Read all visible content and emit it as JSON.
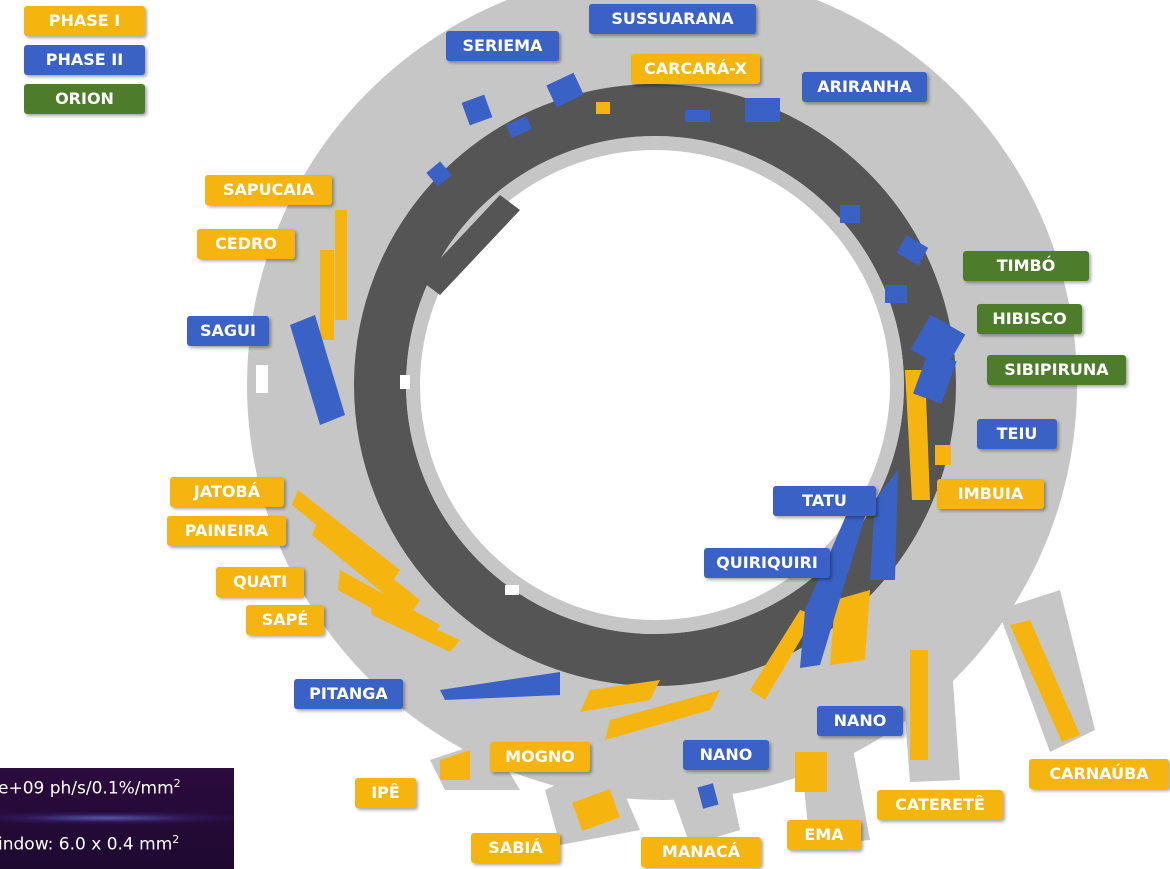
{
  "legend": [
    {
      "label": "PHASE I",
      "color": "#f5b50e"
    },
    {
      "label": "PHASE II",
      "color": "#3a62c6"
    },
    {
      "label": "ORION",
      "color": "#4d7d2a"
    }
  ],
  "beamlines": [
    {
      "name": "SUSSUARANA",
      "phase": "PHASE II"
    },
    {
      "name": "SERIEMA",
      "phase": "PHASE II"
    },
    {
      "name": "CARCARÁ-X",
      "phase": "PHASE I"
    },
    {
      "name": "ARIRANHA",
      "phase": "PHASE II"
    },
    {
      "name": "SAPUCAIA",
      "phase": "PHASE I"
    },
    {
      "name": "CEDRO",
      "phase": "PHASE I"
    },
    {
      "name": "TIMBÓ",
      "phase": "ORION"
    },
    {
      "name": "HIBISCO",
      "phase": "ORION"
    },
    {
      "name": "SAGUI",
      "phase": "PHASE II"
    },
    {
      "name": "SIBIPIRUNA",
      "phase": "ORION"
    },
    {
      "name": "TEIU",
      "phase": "PHASE II"
    },
    {
      "name": "JATOBÁ",
      "phase": "PHASE I"
    },
    {
      "name": "IMBUIA",
      "phase": "PHASE I"
    },
    {
      "name": "TATU",
      "phase": "PHASE II"
    },
    {
      "name": "PAINEIRA",
      "phase": "PHASE I"
    },
    {
      "name": "QUIRIQUIRI",
      "phase": "PHASE II"
    },
    {
      "name": "QUATI",
      "phase": "PHASE I"
    },
    {
      "name": "SAPÉ",
      "phase": "PHASE I"
    },
    {
      "name": "PITANGA",
      "phase": "PHASE II"
    },
    {
      "name": "NANO",
      "phase": "PHASE II"
    },
    {
      "name": "MOGNO",
      "phase": "PHASE I"
    },
    {
      "name": "NANO",
      "phase": "PHASE II"
    },
    {
      "name": "CARNAÚBA",
      "phase": "PHASE I"
    },
    {
      "name": "IPÊ",
      "phase": "PHASE I"
    },
    {
      "name": "CATERETÊ",
      "phase": "PHASE I"
    },
    {
      "name": "EMA",
      "phase": "PHASE I"
    },
    {
      "name": "SABIÁ",
      "phase": "PHASE I"
    },
    {
      "name": "MANACÁ",
      "phase": "PHASE I"
    }
  ],
  "inset": {
    "line1": "e+09 ph/s/0.1%/mm",
    "line1_sup": "2",
    "line2": "indow: 6.0 x 0.4 mm",
    "line2_sup": "2"
  },
  "colors": {
    "floor": "#c6c6c6",
    "tunnel": "#555555",
    "phase1": "#f5b50e",
    "phase2": "#3a62c6",
    "orion": "#4d7d2a"
  }
}
